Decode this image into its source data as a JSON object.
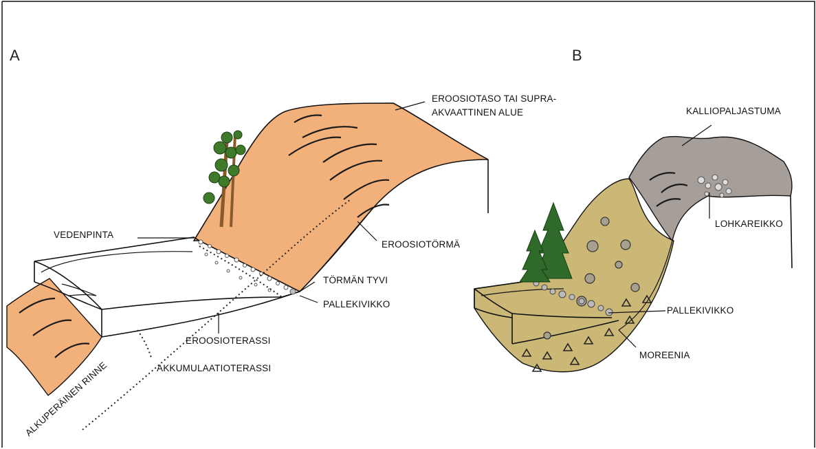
{
  "panels": {
    "a": {
      "letter": "A"
    },
    "b": {
      "letter": "B"
    }
  },
  "labels_a": {
    "erosion_plane_line1": "EROOSIOTASO TAI SUPRA-",
    "erosion_plane_line2": "AKVAATTINEN ALUE",
    "water_level": "VEDENPINTA",
    "erosion_bank": "EROOSIOTÖRMÄ",
    "bank_base": "TÖRMÄN TYVI",
    "boulder_pavement": "PALLEKIVIKKO",
    "erosion_terrace": "EROOSIOTERASSI",
    "accumulation_terrace": "AKKUMULAATIOTERASSI",
    "original_slope": "ALKUPERÄINEN RINNE"
  },
  "labels_b": {
    "bedrock_outcrop": "KALLIOPALJASTUMA",
    "boulder_field": "LOHKAREIKKO",
    "boulder_pavement": "PALLEKIVIKKO",
    "moraine": "MOREENIA"
  },
  "colors": {
    "sand_orange": "#f2b07a",
    "moraine_yellow": "#cbb877",
    "bedrock_grey": "#a69e99",
    "tree_green": "#3f7a2a",
    "trunk_brown": "#8a5a2b"
  }
}
